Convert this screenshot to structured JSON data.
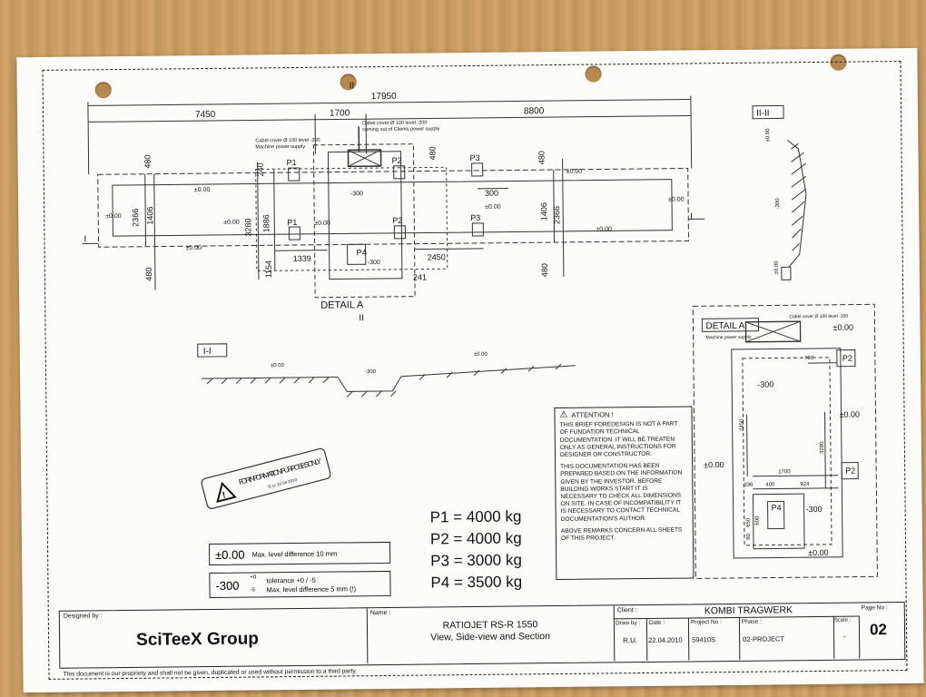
{
  "dims": {
    "total": "17950",
    "left": "7450",
    "mid": "1700",
    "right": "8800",
    "h480": "480",
    "h2366": "2366",
    "h1406": "1406",
    "h3280": "3280",
    "h1886": "1886",
    "h240": "240",
    "h1154": "1154",
    "w1339": "1339",
    "w2450": "2450",
    "w300": "300",
    "w241": "241"
  },
  "pads": {
    "p1": "P1",
    "p2": "P2",
    "p3": "P3",
    "p4": "P4"
  },
  "levels": {
    "zero": "±0.00",
    "minus300": "-300"
  },
  "notes": {
    "cable1": "Cabel cover Ø 100 level -200",
    "cable1b": "Machine power supply",
    "cable2": "Cabel cover Ø 100 level -200",
    "cable2b": "coming out of Clients power supply"
  },
  "labels": {
    "detail_a": "DETAIL A",
    "section_i": "I-I",
    "section_ii": "II-II",
    "roman_i": "I",
    "roman_ii": "II",
    "fip": "FOR INFORMATION PURPOSES ONLY",
    "fip_sign": "R.U. 22.04.2010"
  },
  "attention": {
    "title": "ATTENTION !",
    "p1": [
      "THIS BRIEF FOREDESIGN IS NOT A PART",
      "OF FUNDATION TECHNICAL",
      "DOCUMENTATION. IT WILL BE TREATEN",
      "ONLY AS GENERAL INSTRUCTIONS FOR",
      "DESIGNER OR CONSTRUCTOR."
    ],
    "p2": [
      "THIS DOCUMENTATION HAS BEEN",
      "PREPARED BASED ON THE INFORMATION",
      "GIVEN BY THE INVESTOR. BEFORE",
      "BUILDING WORKS START IT IS",
      "NECESSARY TO CHECK ALL DIMENSIONS",
      "ON SITE. IN CASE OF INCOMPATIBILITY IT",
      "IS NECESSARY TO CONTACT TECHNICAL",
      "DOCUMENTATION'S AUTHOR."
    ],
    "p3": [
      "ABOVE REMARKS CONCERN ALL SHEETS",
      "OF THIS PROJECT."
    ]
  },
  "loads": [
    "P1 = 4000 kg",
    "P2 = 4000 kg",
    "P3 = 3000 kg",
    "P4 = 3500 kg"
  ],
  "legend": {
    "zero_sym": "±0.00",
    "zero_text": "Max. level difference 10 mm",
    "m300_sym": "-300",
    "tol_plus": "+0",
    "tol_minus": "-5",
    "tol_text": "tolerance +0 / -5",
    "tol_text2": "Max. level difference 5 mm (!)"
  },
  "detail": {
    "title": "DETAIL A",
    "note": "Machine power supply",
    "cable": "Cabel cover Ø 100 level -200",
    "d760": "760",
    "d1700": "1700",
    "d336": "336",
    "d400": "400",
    "d924": "924",
    "d2450": "2450",
    "d3280": "3280",
    "d650": "650",
    "d60": "60",
    "d600": "600"
  },
  "titleblock": {
    "designed_by_label": "Designed by :",
    "company": "SciTeeX Group",
    "name_label": "Name :",
    "name_line1": "RATIOJET RS-R 1550",
    "name_line2": "View, Side-view and Section",
    "client_label": "Client :",
    "client": "KOMBI TRAGWERK",
    "page_label": "Page No :",
    "page": "02",
    "draw_label": "Draw by :",
    "draw": "R.U.",
    "date_label": "Date :",
    "date": "22.04.2010",
    "project_label": "Project No :",
    "project": "59410S",
    "phase_label": "Phase :",
    "phase": "02-PROJECT",
    "scale_label": "Scale :",
    "scale": "-",
    "footer": "This document is our propriety and shall not be given, duplicated or used without permission to a third party."
  }
}
